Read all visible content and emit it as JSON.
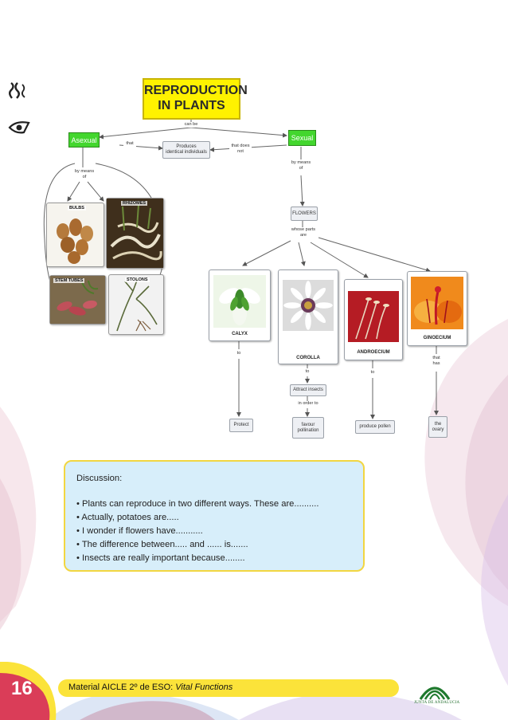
{
  "map": {
    "title_line1": "REPRODUCTION",
    "title_line2": "IN PLANTS",
    "can_be": "can be",
    "asexual": "Asexual",
    "sexual": "Sexual",
    "that": "that",
    "produces_line1": "Produces",
    "produces_line2": "identical individuals",
    "that_does_line1": "that does",
    "that_does_line2": "not",
    "by_means_left_1": "by means",
    "by_means_left_2": "of",
    "by_means_right_1": "by means",
    "by_means_right_2": "of",
    "flowers": "FLOWERS",
    "whose_parts_1": "whose parts",
    "whose_parts_2": "are",
    "photos": {
      "bulbs": "BULBS",
      "rhizomes": "RHIZOMES",
      "stem_tubes": "STEM TUBES",
      "stolons": "STOLONS"
    },
    "parts": {
      "calyx": "CALYX",
      "corolla": "COROLLA",
      "androecium": "ANDROECIUM",
      "ginoecium": "GINOECIUM"
    },
    "to_calyx": "to",
    "to_corolla": "to",
    "to_androecium": "to",
    "that_has_1": "that",
    "that_has_2": "has",
    "attract_insects": "Attract insects",
    "in_order_to": "in order to",
    "protect": "Protect",
    "favour_1": "favour",
    "favour_2": "pollination",
    "produce_pollen": "produce pollen",
    "the_ovary_1": "the",
    "the_ovary_2": "ovary"
  },
  "discussion": {
    "heading": "Discussion:",
    "items": [
      "• Plants can reproduce in two different ways.  These are..........",
      "• Actually, potatoes are.....",
      "• I wonder if flowers have...........",
      "• The difference between..... and ...... is.......",
      "• Insects are really important because........"
    ]
  },
  "footer": {
    "page_number": "16",
    "prefix": "Material AICLE 2º de ESO: ",
    "subject": "Vital Functions",
    "logo_caption": "JUNTA DE ANDALUCIA"
  },
  "colors": {
    "title_yellow": "#fff200",
    "node_green": "#43d62e",
    "discussion_bg": "#d7eefa",
    "discussion_border": "#f2d641",
    "footer_yellow": "#fbe33a",
    "accent_red": "#c0283a"
  }
}
